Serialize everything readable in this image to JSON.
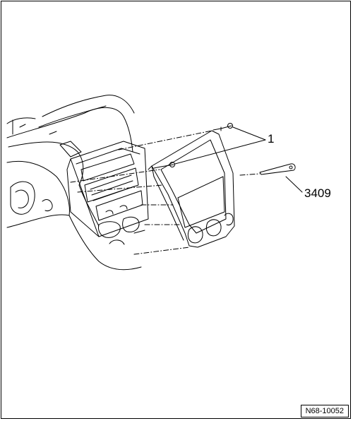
{
  "callouts": {
    "screws": "1",
    "tool": "3409"
  },
  "figure_ref": "N68-10052",
  "colors": {
    "line": "#000000",
    "background": "#ffffff"
  }
}
